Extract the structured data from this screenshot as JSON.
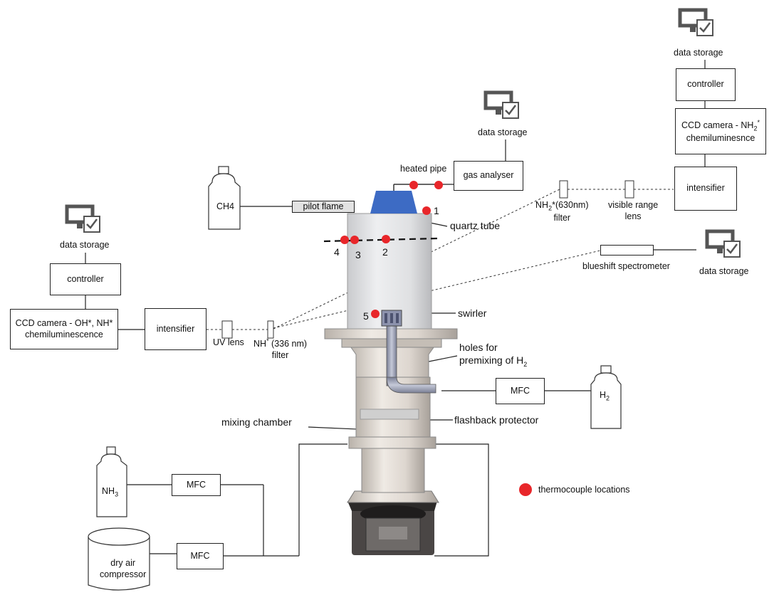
{
  "data_storage": "data storage",
  "controller": "controller",
  "intensifier": "intensifier",
  "ccd_nh2_line1": "CCD camera - NH",
  "ccd_nh2_sub": "2",
  "ccd_nh2_sup": "*",
  "ccd_nh2_line2": "chemiluminesnce",
  "ccd_oh_line1": "CCD camera - OH*, NH*",
  "ccd_oh_line2": "chemiluminescence",
  "nh2_filter_a": "NH",
  "nh2_filter_sub": "2",
  "nh2_filter_b": "*(630nm)",
  "nh2_filter_c": "filter",
  "visible_lens_a": "visible range",
  "visible_lens_b": "lens",
  "blueshift": "blueshift spectrometer",
  "uv_lens": "UV lens",
  "nh_filter_a": "NH",
  "nh_filter_sup": "*",
  "nh_filter_b": " (336 nm)",
  "nh_filter_c": "filter",
  "ch4": "CH4",
  "pilot_flame": "pilot flame",
  "heated_pipe": "heated pipe",
  "gas_analyser": "gas analyser",
  "quartz_tube": "quartz tube",
  "swirler": "swirler",
  "holes_a": "holes for",
  "holes_b": "premixing of H",
  "holes_sub": "2",
  "mfc": "MFC",
  "h2": "H",
  "h2_sub": "2",
  "flashback": "flashback protector",
  "mixing_chamber": "mixing chamber",
  "nh3": "NH",
  "nh3_sub": "3",
  "dry_air_a": "dry air",
  "dry_air_b": "compressor",
  "thermocouple_legend": "thermocouple locations",
  "tc_numbers": [
    "1",
    "2",
    "3",
    "4",
    "5"
  ],
  "colors": {
    "thermocouple": "#e8262a",
    "burner_cap": "#3d6bc4",
    "quartz": "#d8d9dc"
  }
}
